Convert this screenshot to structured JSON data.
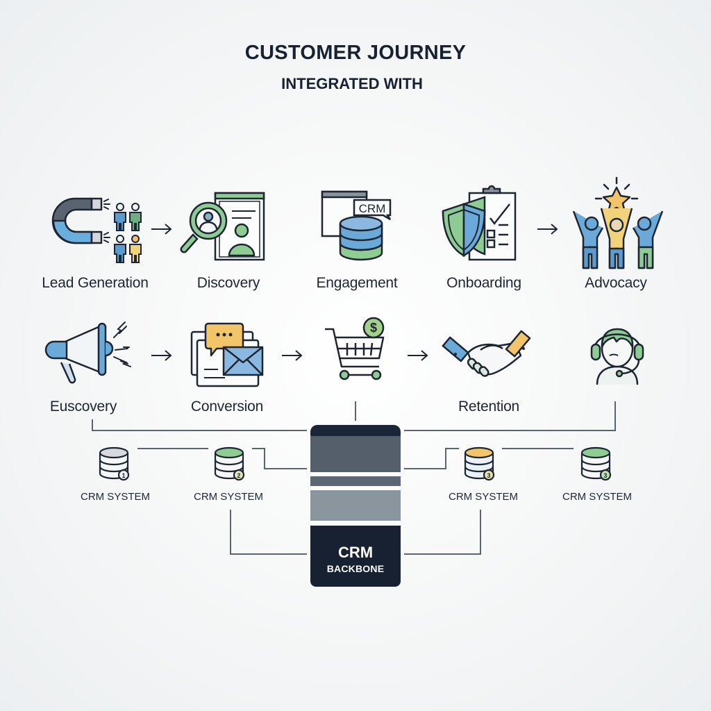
{
  "header": {
    "title": "CUSTOMER JOURNEY",
    "subtitle": "INTEGRATED WITH"
  },
  "stages_top": [
    {
      "label": "Lead Generation",
      "icon": "magnet-people-icon"
    },
    {
      "label": "Discovery",
      "icon": "magnifier-profile-icon"
    },
    {
      "label": "Engagement",
      "icon": "crm-database-icon",
      "icon_badge": "CRM"
    },
    {
      "label": "Onboarding",
      "icon": "shield-checklist-icon"
    },
    {
      "label": "Advocacy",
      "icon": "cheering-group-star-icon"
    }
  ],
  "stages_bottom": [
    {
      "label": "Euscovery",
      "icon": "megaphone-icon"
    },
    {
      "label": "Conversion",
      "icon": "chat-email-icon"
    },
    {
      "label": "",
      "icon": "shopping-cart-dollar-icon",
      "icon_badge": "$"
    },
    {
      "label": "Retention",
      "icon": "handshake-icon"
    },
    {
      "label": "",
      "icon": "support-agent-headset-icon"
    }
  ],
  "crm_systems": [
    {
      "label": "CRM SYSTEM",
      "badge": "1",
      "color": "#d6dade"
    },
    {
      "label": "CRM SYSTEM",
      "badge": "2",
      "color": "#8fcc94"
    },
    {
      "label": "CRM SYSTEM",
      "badge": "3",
      "color": "#f2c56a"
    },
    {
      "label": "CRM SYSTEM",
      "badge": "3",
      "color": "#8fcc94"
    }
  ],
  "backbone": {
    "line1": "CRM",
    "line2": "BACKBONE"
  },
  "colors": {
    "blue": "#6aa9d8",
    "green": "#8fcc94",
    "yellow": "#f2c56a",
    "navy": "#172132",
    "slate": "#555f6c",
    "gray": "#8b959d"
  }
}
